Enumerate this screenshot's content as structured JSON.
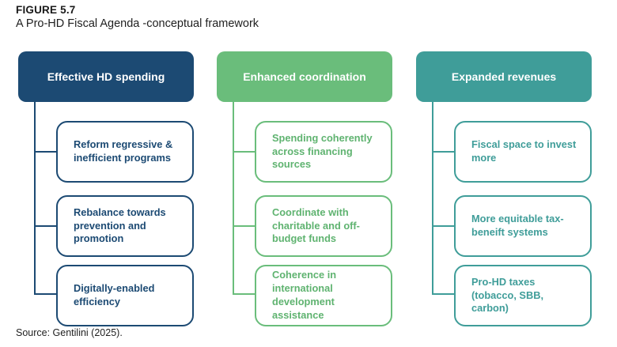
{
  "figure": {
    "label": "FIGURE 5.7",
    "title": "A Pro-HD Fiscal Agenda -conceptual framework",
    "source": "Source: Gentilini (2025)."
  },
  "colors": {
    "navy": "#1c4a73",
    "green": "#6abd7b",
    "teal": "#3f9d99",
    "node_background": "#ffffff",
    "header_text": "#ffffff"
  },
  "columns": [
    {
      "id": "effective-hd-spending",
      "header": "Effective HD spending",
      "color": "#1c4a73",
      "items": [
        "Reform regressive & inefficient programs",
        "Rebalance towards prevention and promotion",
        "Digitally-enabled efficiency"
      ]
    },
    {
      "id": "enhanced-coordination",
      "header": "Enhanced coordination",
      "color": "#6abd7b",
      "items": [
        "Spending coherently across financing sources",
        "Coordinate with charitable and off-budget  funds",
        "Coherence in international development assistance"
      ]
    },
    {
      "id": "expanded-revenues",
      "header": "Expanded revenues",
      "color": "#3f9d99",
      "items": [
        "Fiscal space to invest more",
        "More equitable tax-beneift systems",
        "Pro-HD taxes (tobacco, SBB, carbon)"
      ]
    }
  ]
}
